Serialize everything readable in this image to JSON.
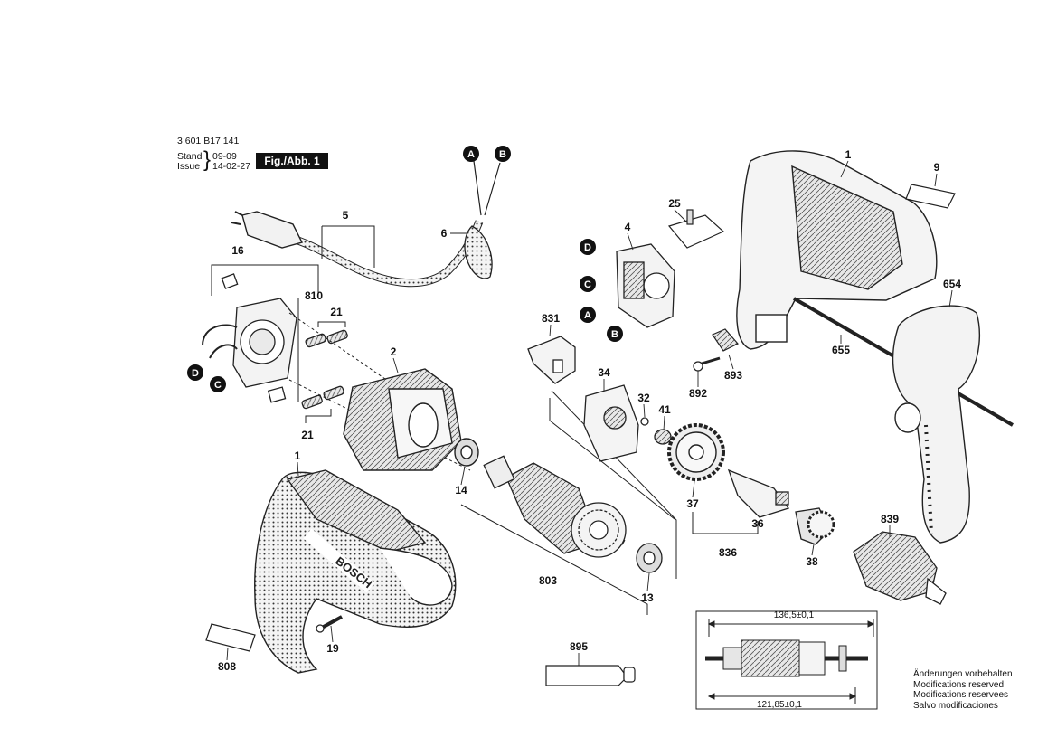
{
  "header": {
    "part_number": "3 601 B17 141",
    "stand_label": "Stand",
    "stand_value": "09-09",
    "issue_label": "Issue",
    "issue_value": "14-02-27",
    "fig_label": "Fig./Abb. 1"
  },
  "connectors": {
    "a": "A",
    "b": "B",
    "c": "C",
    "d": "D"
  },
  "part_labels": {
    "p1_housing": "1",
    "p1_tool": "1",
    "p2": "2",
    "p4": "4",
    "p5": "5",
    "p6": "6",
    "p9": "9",
    "p13": "13",
    "p14": "14",
    "p16": "16",
    "p19": "19",
    "p21_top": "21",
    "p21_bottom": "21",
    "p25": "25",
    "p32": "32",
    "p34": "34",
    "p36": "36",
    "p37": "37",
    "p38": "38",
    "p41": "41",
    "p654": "654",
    "p655": "655",
    "p803": "803",
    "p808": "808",
    "p810": "810",
    "p831": "831",
    "p836": "836",
    "p839": "839",
    "p892": "892",
    "p893": "893",
    "p895": "895"
  },
  "dimensions": {
    "overall": "136,5±0,1",
    "inner": "121,85±0,1"
  },
  "brand_text": "BOSCH",
  "notes": [
    "Änderungen vorbehalten",
    "Modifications reserved",
    "Modifications reservees",
    "Salvo modificaciones"
  ]
}
